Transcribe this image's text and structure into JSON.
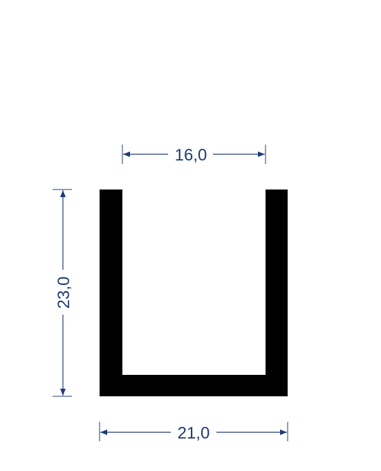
{
  "colors": {
    "profile": "#000000",
    "dimension": "#1f3a73",
    "background": "#ffffff"
  },
  "dimensions": {
    "inner_width": "16,0",
    "height": "23,0",
    "outer_width": "21,0"
  }
}
